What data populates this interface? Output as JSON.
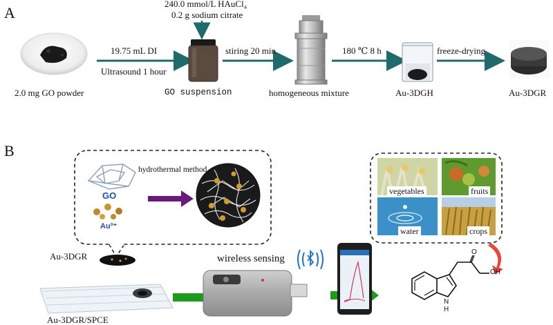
{
  "panel_a": {
    "letter": "A",
    "reagent_line1": "240.0 mmol/L HAuCl₄",
    "reagent_line2": "0.2 g sodium citrate",
    "step1_top": "19.75 mL DI",
    "step1_bottom": "Ultrasound 1 hour",
    "step2_top": "stiring 20 min",
    "step3_top": "180 ℃  8 h",
    "step4_top": "freeze-drying",
    "items": [
      "2.0 mg GO powder",
      "GO suspension",
      "homogeneous mixture",
      "Au-3DGH",
      "Au-3DGR"
    ]
  },
  "panel_b": {
    "letter": "B",
    "go_label": "GO",
    "au_label": "Au³⁺",
    "method_label": "hydrothermal method",
    "au3dgr_label": "Au-3DGR",
    "spce_label": "Au-3DGR/SPCE",
    "wireless_label": "wireless sensing",
    "samples": [
      "vegetables",
      "fruits",
      "water",
      "crops"
    ]
  },
  "colors": {
    "arrow_teal": "#1f6a6a",
    "arrow_green": "#1e9a1e",
    "arrow_purple": "#6a1a78",
    "arrow_red": "#e8473a",
    "bluetooth_blue": "#1a6fd0",
    "go_blue": "#1f4ea8"
  }
}
